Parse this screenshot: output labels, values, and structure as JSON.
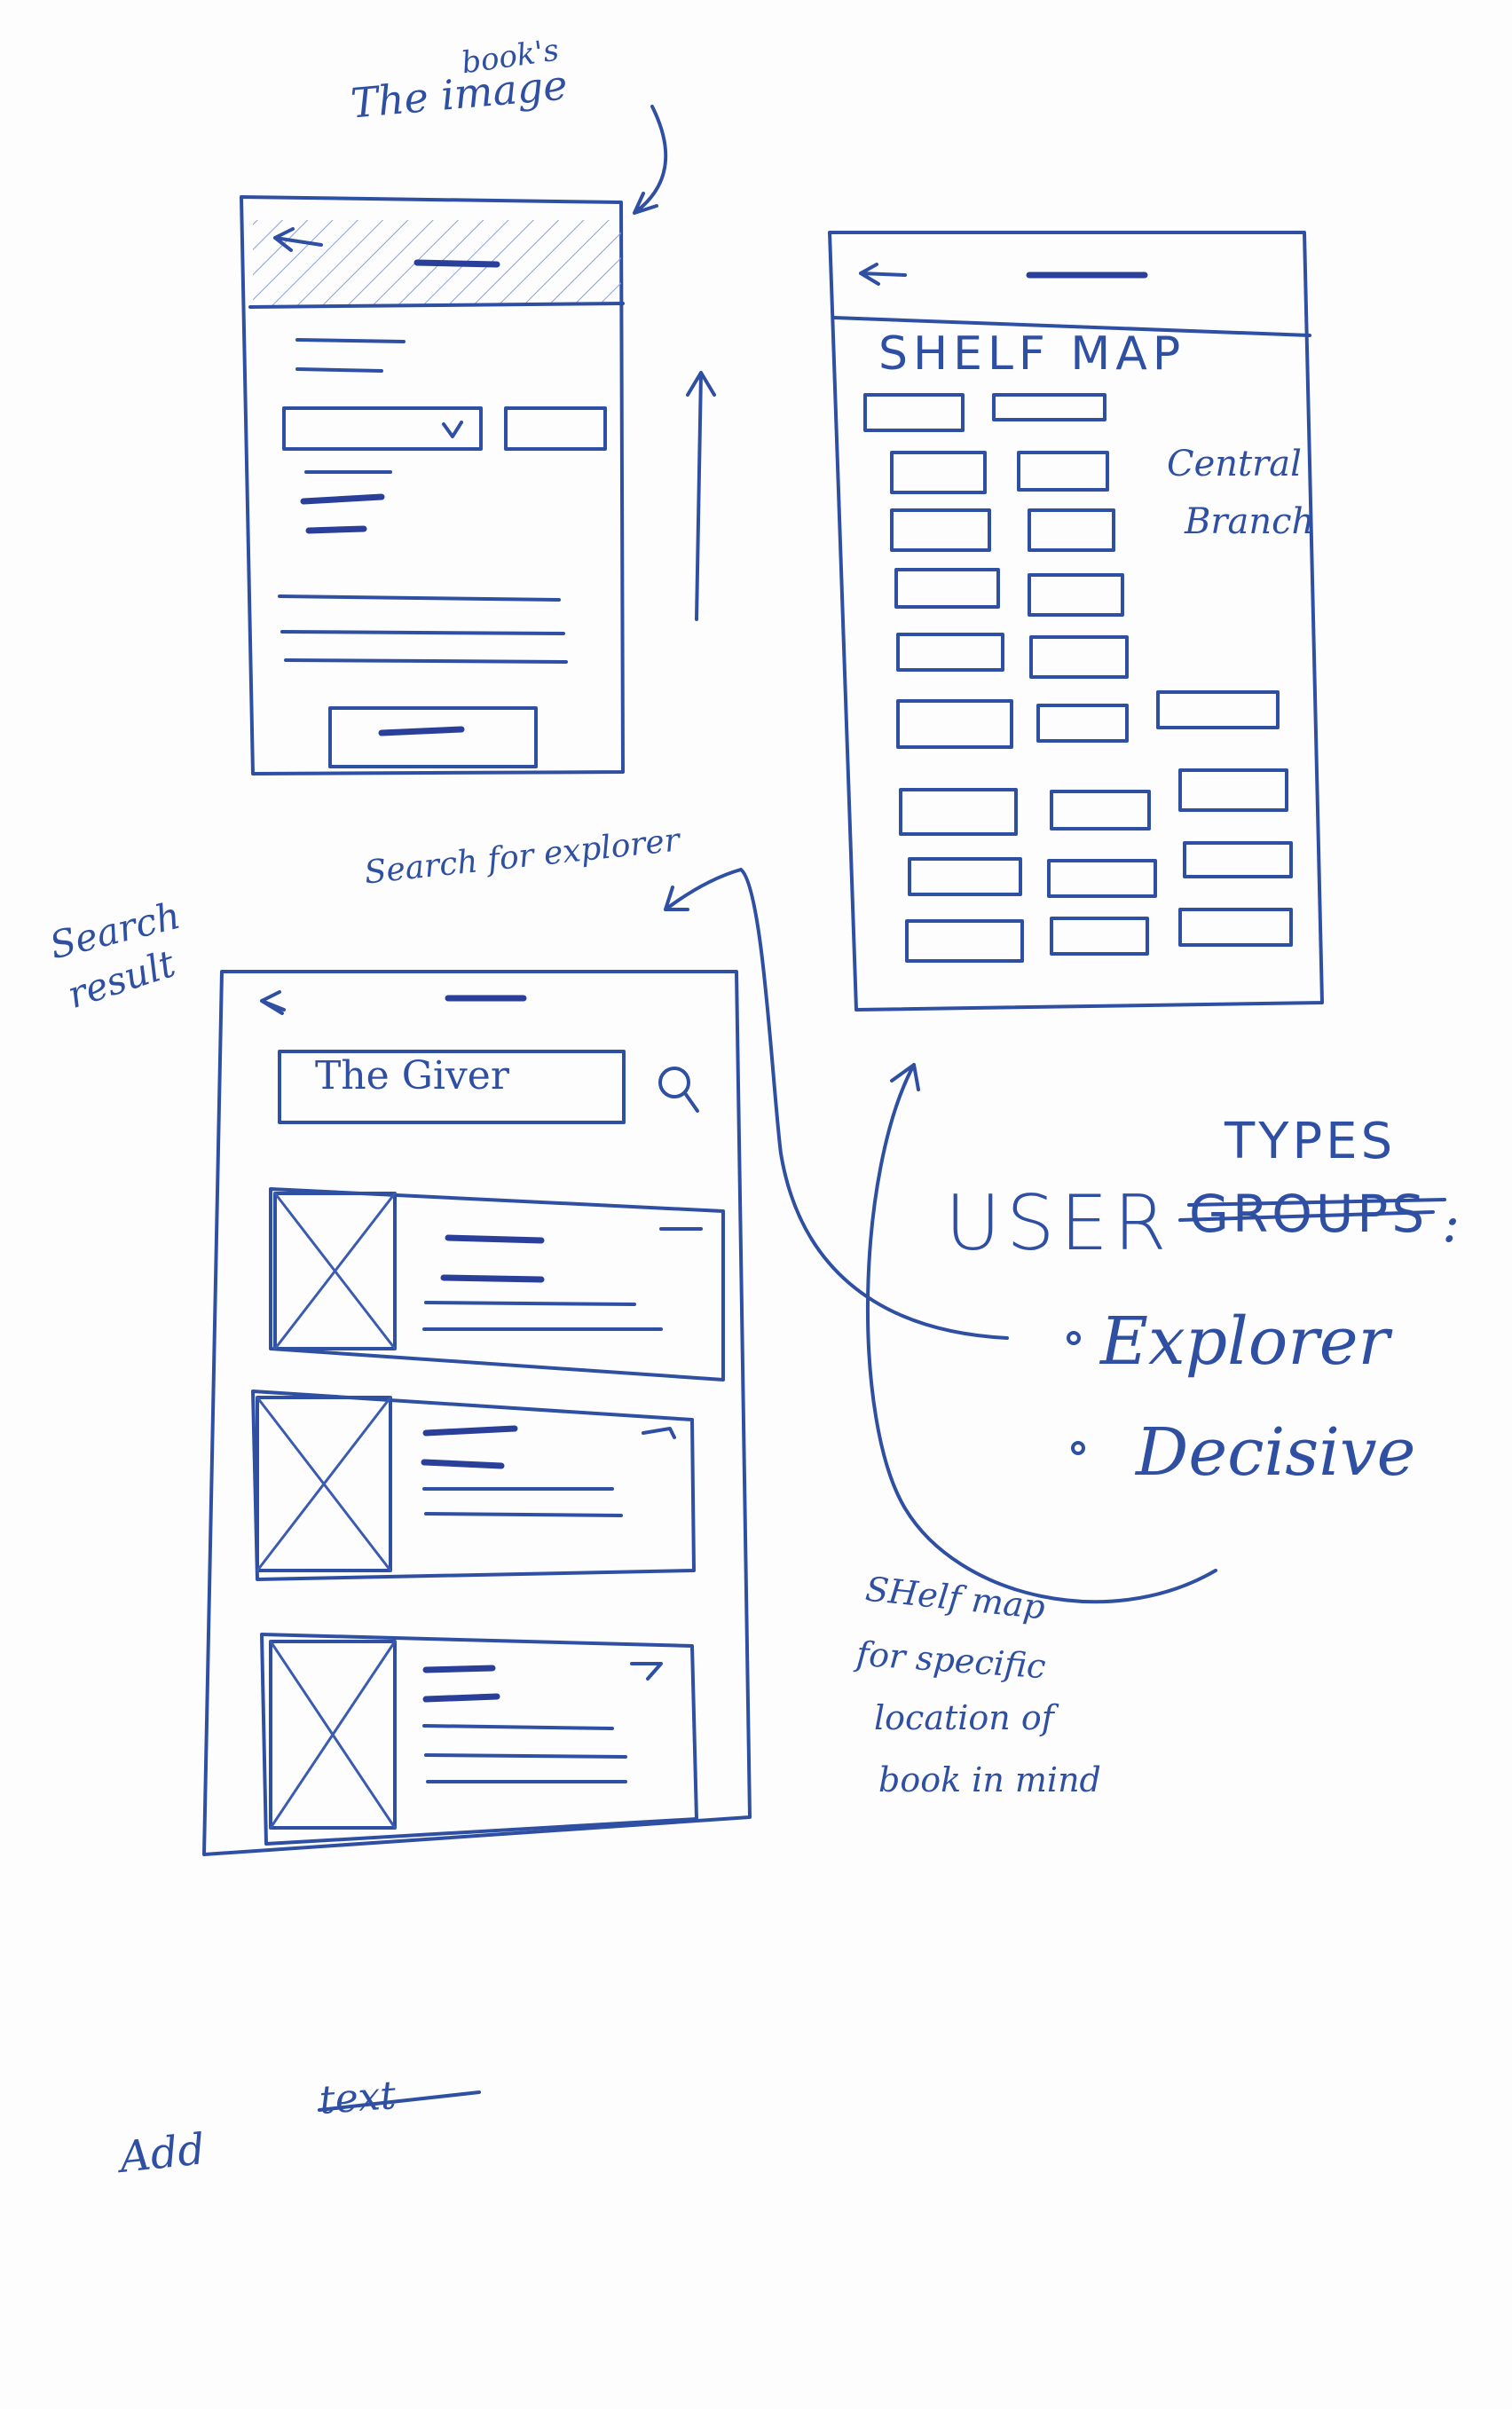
{
  "annotations": {
    "book_image_line1": "book's",
    "book_image_line2": "The image",
    "search_for_explorer": "Search for explorer",
    "search_result_line1": "Search",
    "search_result_line2": "result",
    "shelf_map_note": [
      "SHelf map",
      "for specific",
      "location of",
      "book in mind"
    ],
    "add_text": "Add",
    "text_word": "text"
  },
  "book_detail_screen": {
    "back_arrow": "←"
  },
  "shelf_map_screen": {
    "back_arrow": "←",
    "title": "SHELF MAP",
    "branch_line1": "Central",
    "branch_line2": "Branch"
  },
  "search_results_screen": {
    "back_arrow": "←",
    "search_value": "The Giver",
    "search_icon": "magnifier-icon"
  },
  "user_types": {
    "heading": "USER",
    "struck_word": "GROUPS",
    "replacement_word": "TYPES",
    "items": [
      "Explorer",
      "Decisive"
    ]
  },
  "colors": {
    "ink": "#2f4fa3",
    "paper": "#fdfdfd"
  }
}
